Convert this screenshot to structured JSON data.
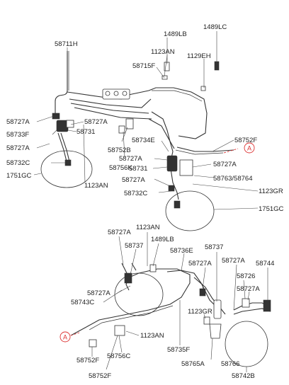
{
  "labels": {
    "l_1489LC": "1489LC",
    "l_1489LB_top": "1489LB",
    "l_58711H": "58711H",
    "l_1123AN_top": "1123AN",
    "l_1129EH": "1129EH",
    "l_58715F": "58715F",
    "l_58727A_a": "58727A",
    "l_58727A_b": "58727A",
    "l_58733F": "58733F",
    "l_58731_a": "58731",
    "l_58727A_c": "58727A",
    "l_58732C_a": "58732C",
    "l_1751GC_a": "1751GC",
    "l_1123AN_mid": "1123AN",
    "l_58752B": "58752B",
    "l_58756K": "58756K",
    "l_58734E": "58734E",
    "l_58727A_d": "58727A",
    "l_58731_b": "58731",
    "l_58752F_top": "58752F",
    "l_58727A_e": "58727A",
    "l_58763": "58763/58764",
    "l_58727A_f": "58727A",
    "l_1123GR_a": "1123GR",
    "l_58732C_b": "58732C",
    "l_1751GC_b": "1751GC",
    "l_1123AN_low": "1123AN",
    "l_58727A_g": "58727A",
    "l_1489LB_low": "1489LB",
    "l_58737_a": "58737",
    "l_58736E": "58736E",
    "l_58737_b": "58737",
    "l_58727A_h": "58727A",
    "l_58727A_i": "58727A",
    "l_58744": "58744",
    "l_58726": "58726",
    "l_58727A_j": "58727A",
    "l_58743C": "58743C",
    "l_1123GR_b": "1123GR",
    "l_1123AN_bot": "1123AN",
    "l_58752F_bot": "58752F",
    "l_58756C": "58756C",
    "l_58735F": "58735F",
    "l_58765A": "58765A",
    "l_58766": "58766",
    "l_58742B": "58742B",
    "l_58752F_bot2": "58752F"
  },
  "markers": {
    "ref_a_top": "A",
    "ref_a_bot": "A"
  }
}
